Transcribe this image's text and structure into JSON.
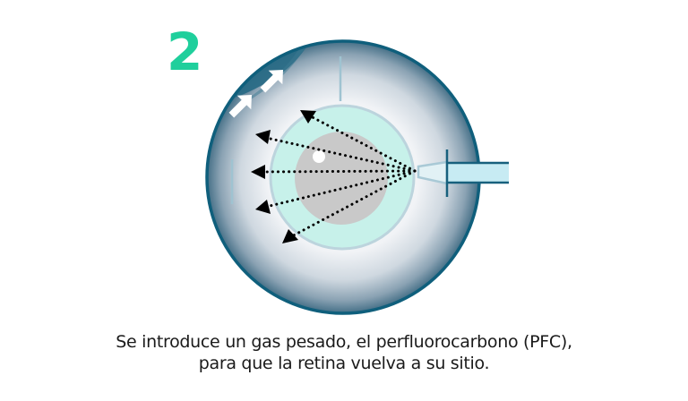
{
  "step": {
    "number": "2",
    "color": "#1fcf9c"
  },
  "diagram": {
    "subject": "eye cross-section with PFC injection",
    "colors": {
      "eye_outline": "#0f5f7c",
      "eye_shade": "#6a8aa0",
      "detached_retina": "#2a6b86",
      "lens_ring": "#c7f1ea",
      "lens_border": "#b9d3dd",
      "pfc_bubble": "#c9c9c9",
      "needle_fill": "#c7ebf3",
      "needle_outline": "#17607d",
      "arrow_black": "#000000",
      "arrow_white": "#ffffff"
    },
    "icons": [
      "needle-icon",
      "spray-arrows-icon",
      "push-arrows-icon"
    ]
  },
  "caption": {
    "line1": "Se introduce un gas pesado, el perfluorocarbono (PFC),",
    "line2": "para que la retina vuelva a su sitio."
  }
}
